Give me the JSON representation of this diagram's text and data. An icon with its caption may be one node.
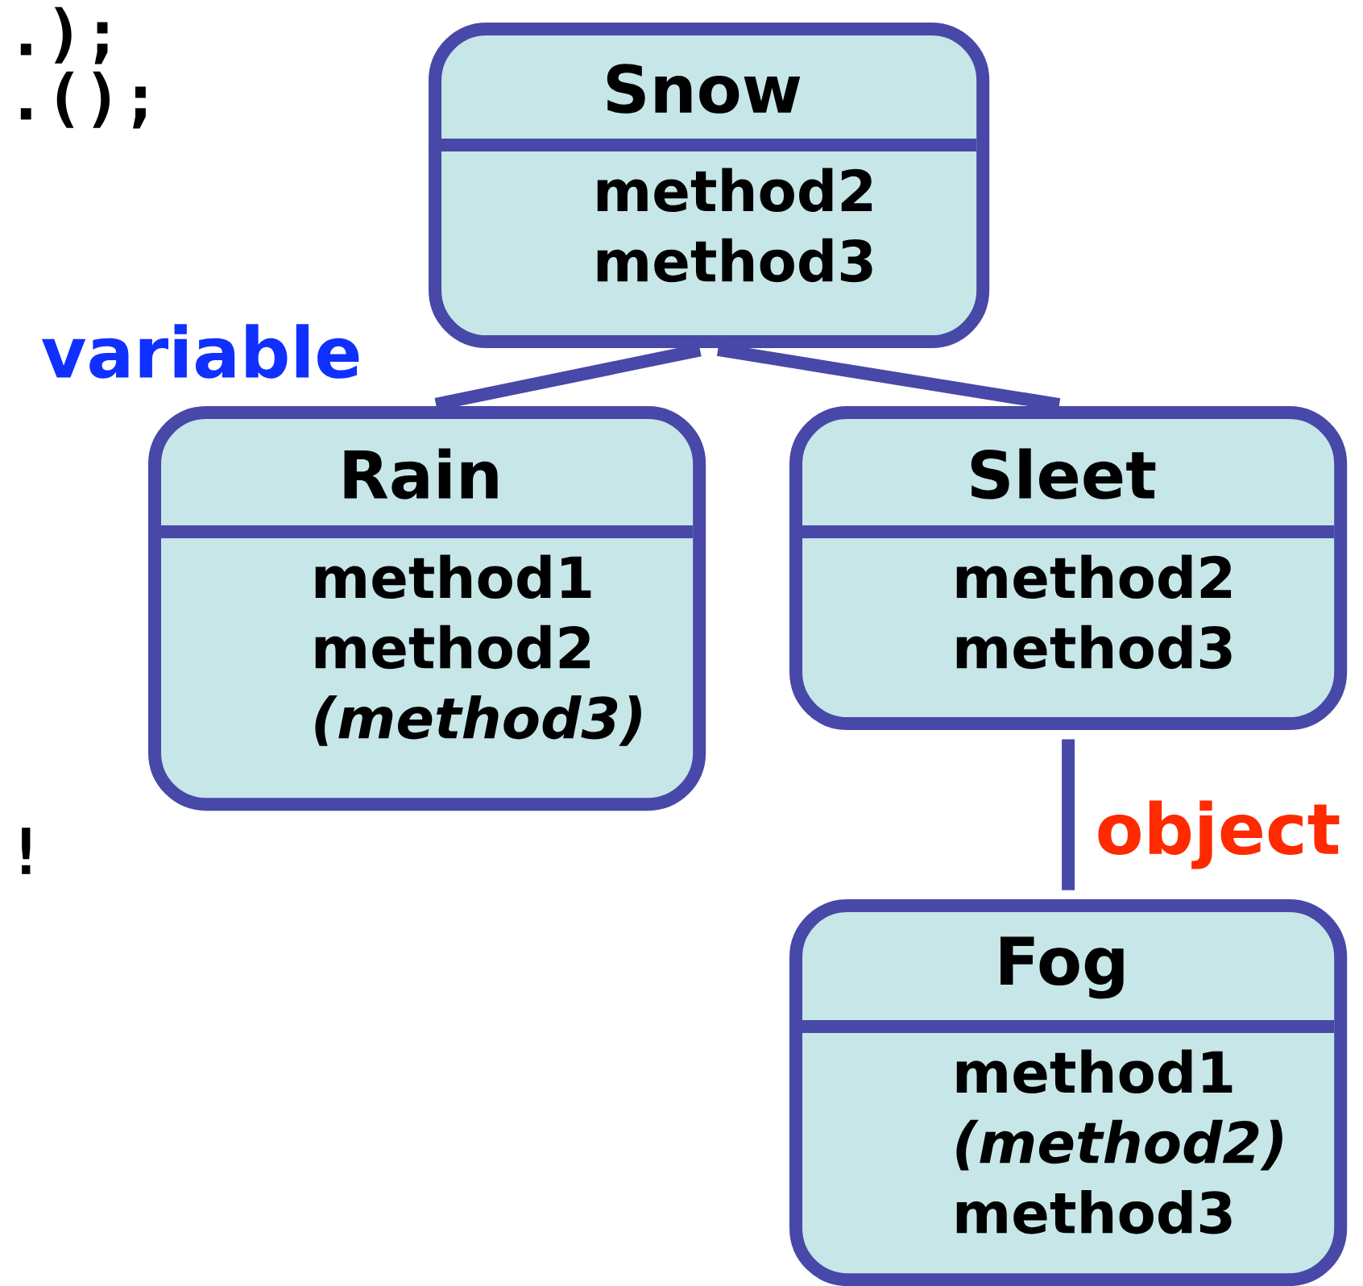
{
  "diagram": {
    "nodes": [
      {
        "text": [
          "Snow",
          "method2 method3"
        ]
      },
      {
        "text": [
          "Rain",
          "method1 method2 *(method3)*"
        ]
      },
      {
        "text": [
          "Sleet",
          "method2 method3"
        ]
      },
      {
        "text": [
          "Fog",
          "method1 *(method2)* method3"
        ]
      }
    ],
    "edges": [
      {
        "from": 0,
        "to": 1,
        "arrow": "none"
      },
      {
        "from": 0,
        "to": 2,
        "arrow": "none"
      },
      {
        "from": 2,
        "to": 3,
        "arrow": "none"
      }
    ],
    "labels": [
      ".);",
      ".();",
      "variable",
      "!",
      "object"
    ]
  }
}
